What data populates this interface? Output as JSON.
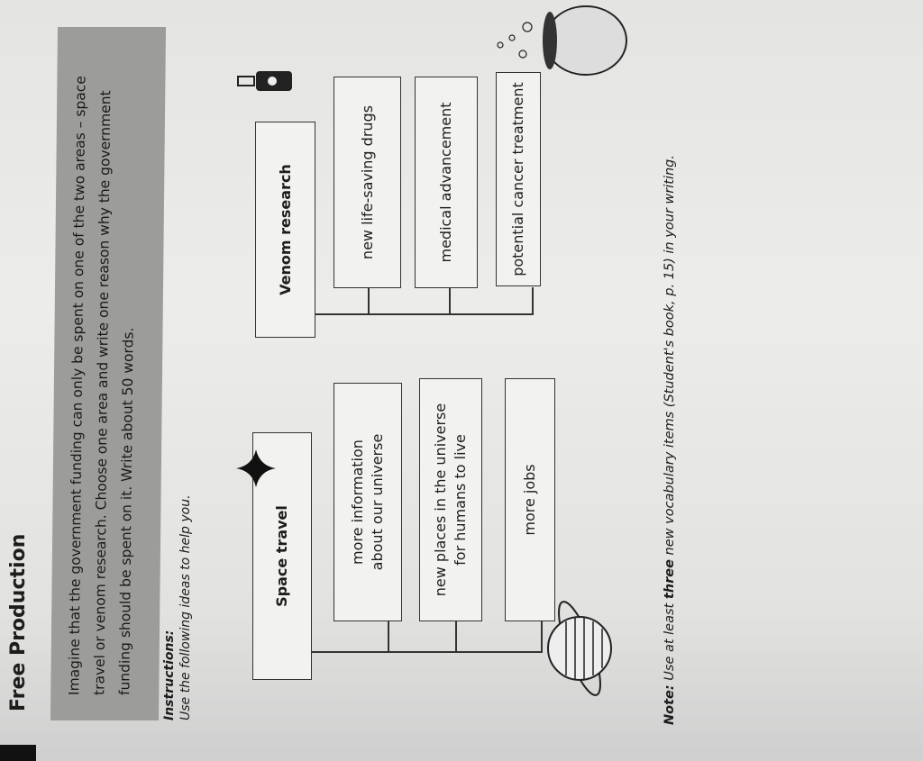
{
  "title": "Free Production",
  "prompt": "Imagine that the government funding can only be spent on one of the two areas – space travel or venom research. Choose one area and write one reason why the government funding should be spent on it. Write about 50 words.",
  "instructions": {
    "heading": "Instructions:",
    "text": "Use the following ideas to help you."
  },
  "space": {
    "heading": "Space travel",
    "ideas": [
      "more information about our universe",
      "new places in the universe for humans to live",
      "more jobs"
    ]
  },
  "venom": {
    "heading": "Venom research",
    "ideas": [
      "new life-saving drugs",
      "medical advancement",
      "potential cancer treatment"
    ]
  },
  "note": {
    "label": "Note:",
    "pre": " Use at least ",
    "bold": "three",
    "post": " new vocabulary items (Student's book, p. 15) in your writing."
  },
  "icons": [
    "planet-icon",
    "sparkle-icon",
    "venom-bottle-icon",
    "cauldron-icon"
  ]
}
